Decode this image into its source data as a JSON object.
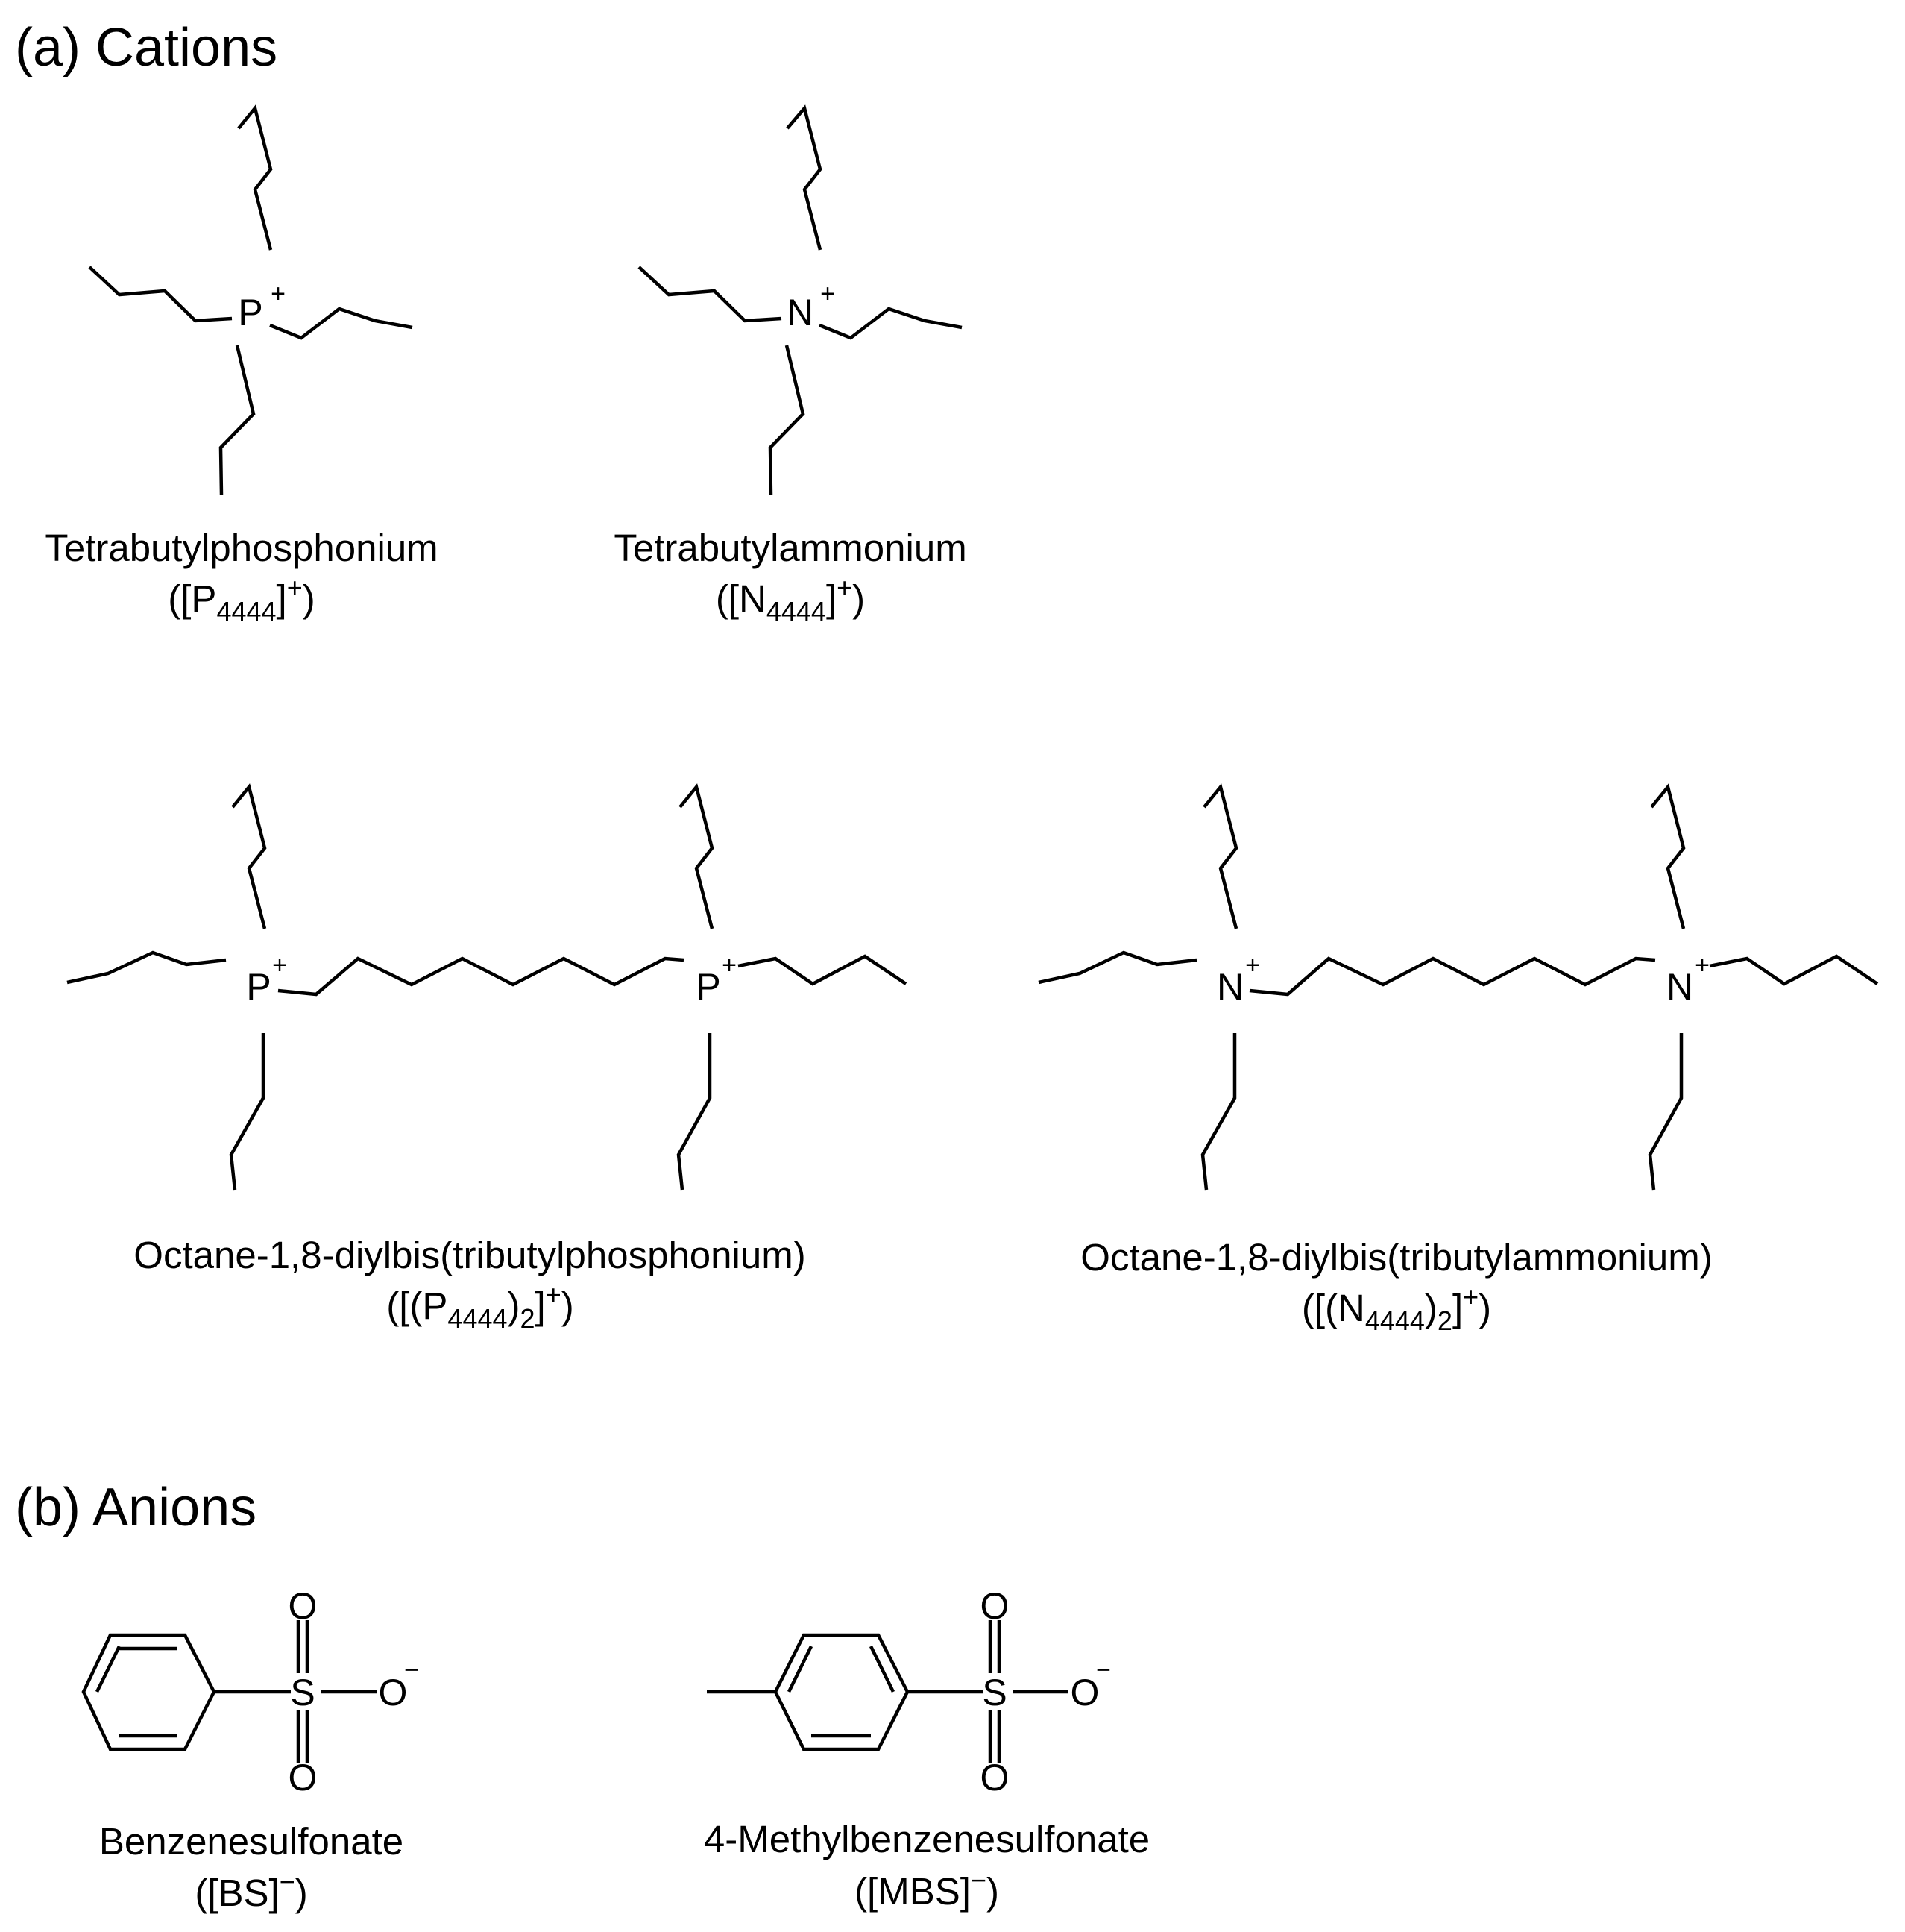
{
  "sections": {
    "cations_heading": "(a) Cations",
    "anions_heading": "(b) Anions"
  },
  "atoms": {
    "phosphorus": "P",
    "nitrogen": "N",
    "sulfur": "S",
    "oxygen": "O",
    "plus": "+",
    "minus": "−"
  },
  "cations": [
    {
      "name": "Tetrabutylphosphonium",
      "abbr": {
        "open": "([P",
        "sub": "4444",
        "mid": "]",
        "sup": "+",
        "close": ")"
      }
    },
    {
      "name": "Tetrabutylammonium",
      "abbr": {
        "open": "([N",
        "sub": "4444",
        "mid": "]",
        "sup": "+",
        "close": ")"
      }
    },
    {
      "name": "Octane-1,8-diylbis(tributylphosphonium)",
      "abbr": {
        "open": "([(P",
        "sub": "4444",
        "mid": ")",
        "sub2": "2",
        "mid2": "]",
        "sup": "+",
        "close": ")"
      }
    },
    {
      "name": "Octane-1,8-diylbis(tributylammonium)",
      "abbr": {
        "open": "([(N",
        "sub": "4444",
        "mid": ")",
        "sub2": "2",
        "mid2": "]",
        "sup": "+",
        "close": ")"
      }
    }
  ],
  "anions": [
    {
      "name": "Benzenesulfonate",
      "abbr": {
        "open": "([BS]",
        "sup": "−",
        "close": ")"
      }
    },
    {
      "name": "4-Methylbenzenesulfonate",
      "abbr": {
        "open": "([MBS]",
        "sup": "−",
        "close": ")"
      }
    }
  ]
}
